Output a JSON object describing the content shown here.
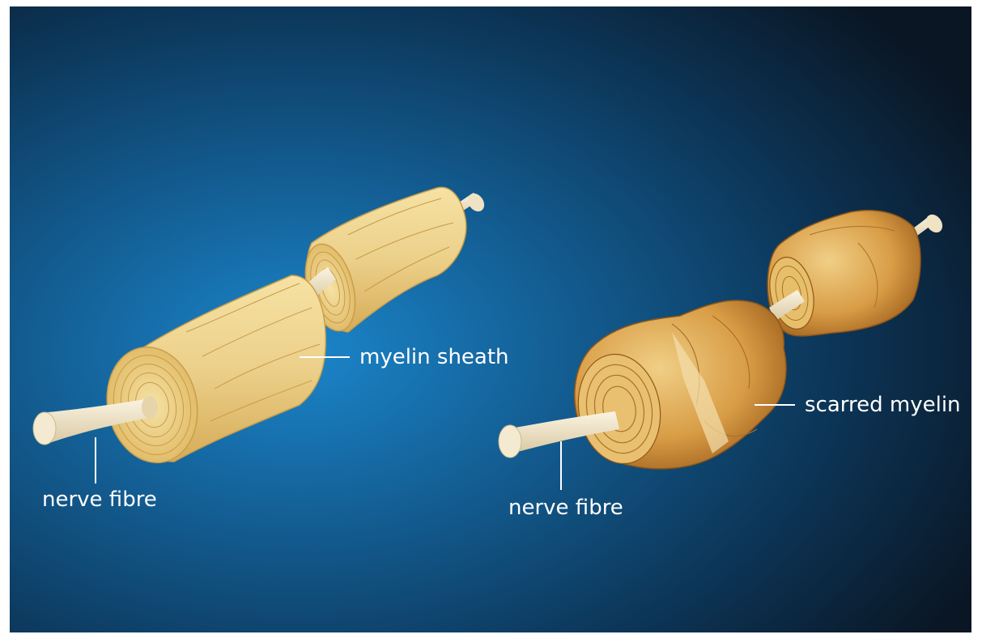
{
  "labels": {
    "myelin_sheath": "myelin sheath",
    "nerve_fibre_left": "nerve fibre",
    "scarred_myelin": "scarred myelin",
    "nerve_fibre_right": "nerve fibre"
  },
  "colors": {
    "background_dark": "#0b1826",
    "background_glow": "#1a7fc4",
    "myelin": "#f0d487",
    "myelin_shadow": "#d4ad57",
    "scarred": "#d39a3e",
    "scarred_dark": "#a8691f",
    "fibre": "#efe5cc",
    "label": "#ffffff"
  }
}
